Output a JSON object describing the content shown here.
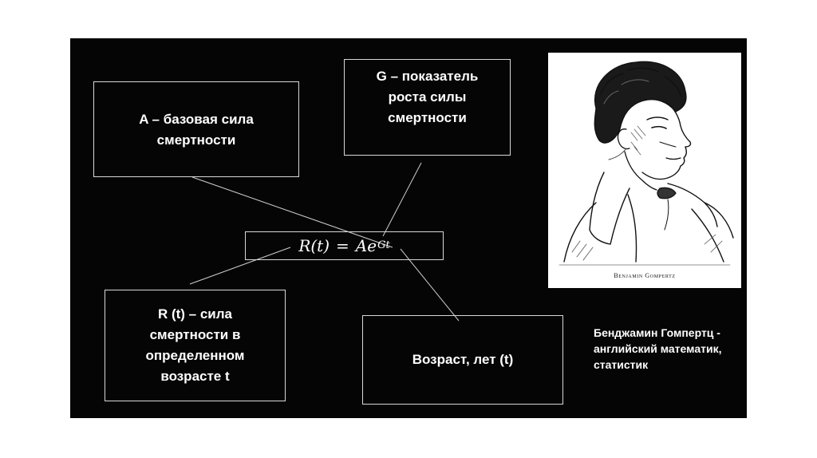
{
  "boxes": {
    "a_lines": [
      "A – базовая сила",
      "смертности"
    ],
    "g_lines": [
      "G – показатель",
      "роста силы",
      "смертности"
    ],
    "r_lines": [
      "R (t) – сила",
      "смертности в",
      "определенном",
      "возрасте t"
    ],
    "age_lines": [
      "Возраст, лет (t)"
    ]
  },
  "formula": {
    "lhs": "R(t)",
    "equals": "=",
    "base": "Ae",
    "exponent": "Gt"
  },
  "portrait": {
    "caption": "Benjamin Gompertz"
  },
  "caption_lines": [
    "Бенджамин Гомпертц -",
    "английский математик,",
    "статистик"
  ],
  "colors": {
    "slide_background": "#050505",
    "page_background": "#ffffff",
    "text": "#ffffff",
    "box_border": "#d8d8d8"
  }
}
